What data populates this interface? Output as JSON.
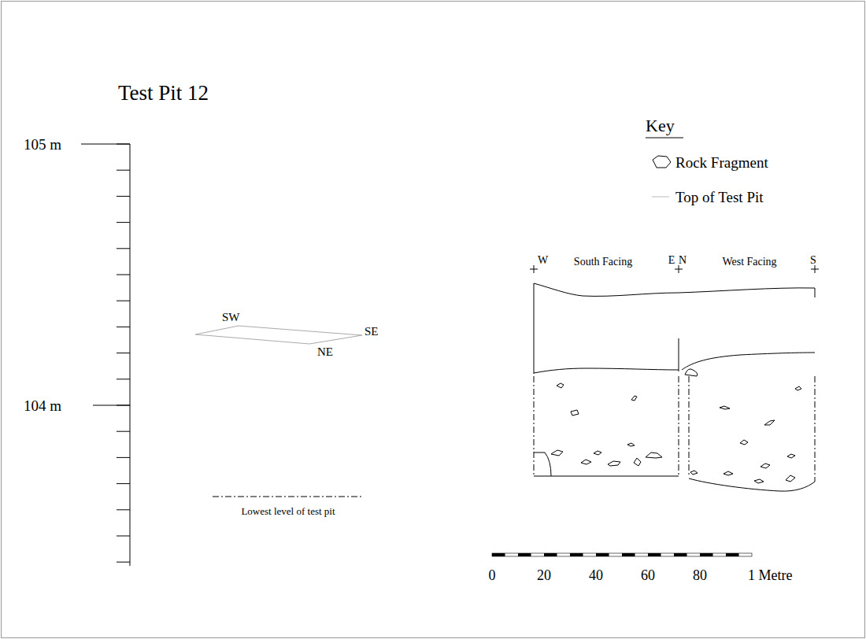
{
  "diagram": {
    "title": "Test Pit 12",
    "labels": [
      "105 m",
      "104 m",
      "Key",
      "SW",
      "SE",
      "NE",
      "Lowest level of test pit",
      "W",
      "South Facing",
      "E",
      "N",
      "West Facing",
      "S",
      "0",
      "20",
      "40",
      "60",
      "80",
      "1 Metre"
    ],
    "legend": [
      {
        "text": "Rock Fragment"
      },
      {
        "text": "Top of Test Pit"
      }
    ]
  }
}
